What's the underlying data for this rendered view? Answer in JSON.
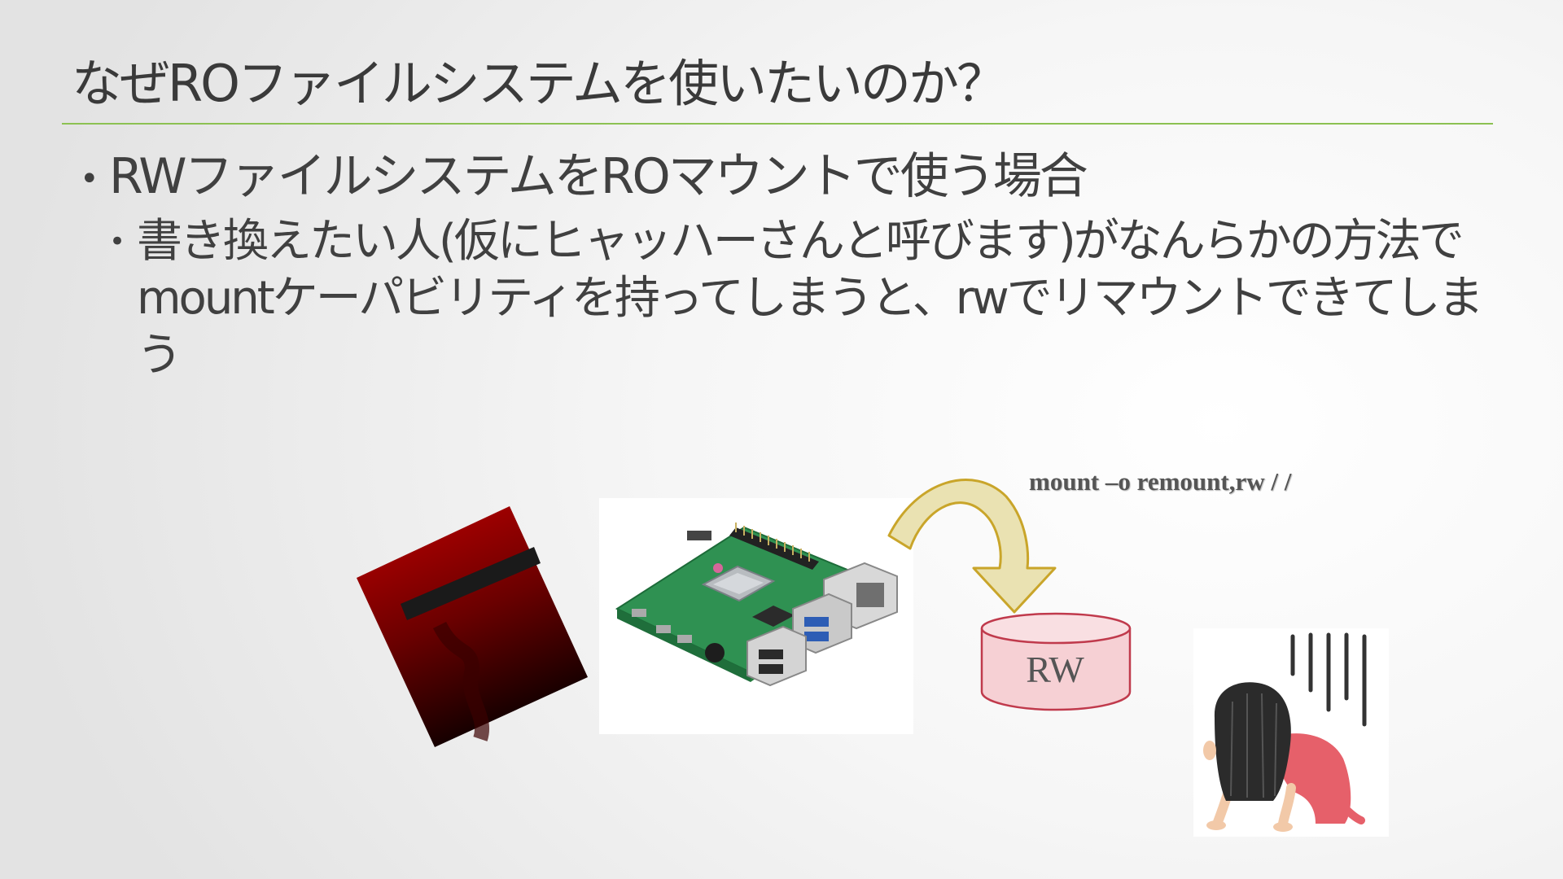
{
  "slide": {
    "title": "なぜROファイルシステムを使いたいのか？",
    "bullets": [
      "RWファイルシステムをROマウントで使う場合",
      "書き換えたい人(仮にヒャッハーさんと呼びます)がなんらかの方法でmountケーパビリティを持ってしまうと、rwでリマウントできてしまう"
    ],
    "bullet_marker": "•"
  },
  "diagram": {
    "command": "mount  –o remount,rw / /",
    "disk_label": "RW",
    "icons": [
      "hacker-card-icon",
      "raspberry-pi-board-icon",
      "curved-arrow-icon",
      "disk-cylinder-icon",
      "crying-girl-icon"
    ]
  },
  "colors": {
    "accent_line": "#8cc152",
    "arrow_fill": "#eae2b2",
    "arrow_stroke": "#c9a52a",
    "disk_fill": "#f6d0d4",
    "disk_stroke": "#c03a4c",
    "board_green": "#2f9152"
  }
}
